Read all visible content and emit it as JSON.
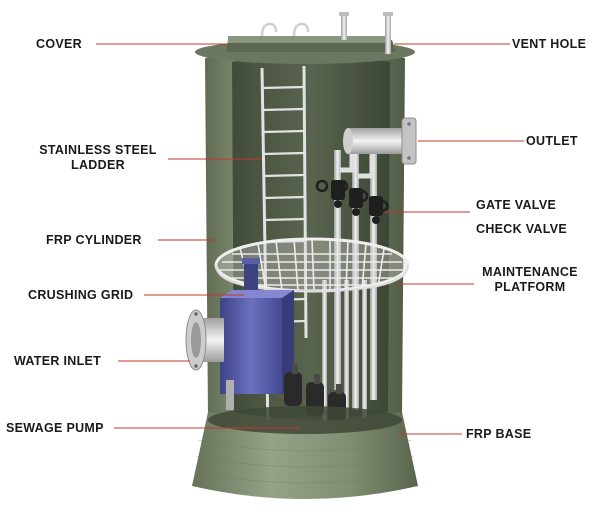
{
  "labels": {
    "cover": "COVER",
    "vent_hole": "VENT HOLE",
    "ladder_line1": "STAINLESS STEEL",
    "ladder_line2": "LADDER",
    "outlet": "OUTLET",
    "frp_cylinder": "FRP CYLINDER",
    "gate_valve": "GATE VALVE",
    "check_valve": "CHECK VALVE",
    "maintenance_line1": "MAINTENANCE",
    "maintenance_line2": "PLATFORM",
    "crushing_grid": "CRUSHING GRID",
    "water_inlet": "WATER INLET",
    "sewage_pump": "SEWAGE PUMP",
    "frp_base": "FRP BASE"
  },
  "colors": {
    "frp_green": "#7d8a6e",
    "frp_dark": "#4e5a45",
    "leader_line": "#c0392b",
    "grid_steel": "#e6e6e6",
    "crusher_blue": "#5a5fa8",
    "pipe_steel": "#d9d9d9",
    "valve_black": "#1f1f1f"
  }
}
